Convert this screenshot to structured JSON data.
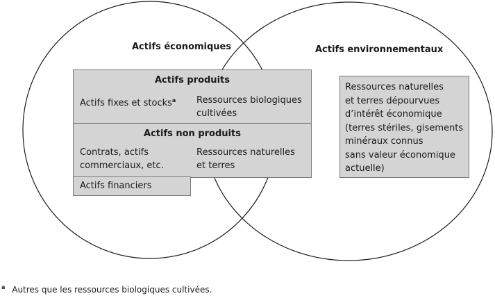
{
  "economic_assets": {
    "title": "Actifs économiques",
    "produced": {
      "title": "Actifs produits",
      "fixed": "Actifs fixes et stocks",
      "fixed_note": "a",
      "bio": [
        "Ressources biologiques",
        "cultivées"
      ]
    },
    "non_produced": {
      "title": "Actifs non produits",
      "contracts": [
        "Contrats, actifs",
        "commerciaux, etc."
      ],
      "natural": [
        "Ressources naturelles",
        "et terres"
      ]
    },
    "financial": "Actifs financiers"
  },
  "environmental_assets": {
    "title": "Actifs environnementaux",
    "box_lines": [
      "Ressources naturelles",
      "et terres dépourvues",
      "d’intérêt économique",
      "(terres stériles, gisements",
      "minéraux connus",
      "sans valeur économique",
      "actuelle)"
    ]
  },
  "footnote": {
    "marker": "a",
    "text": "Autres que les ressources biologiques cultivées."
  }
}
